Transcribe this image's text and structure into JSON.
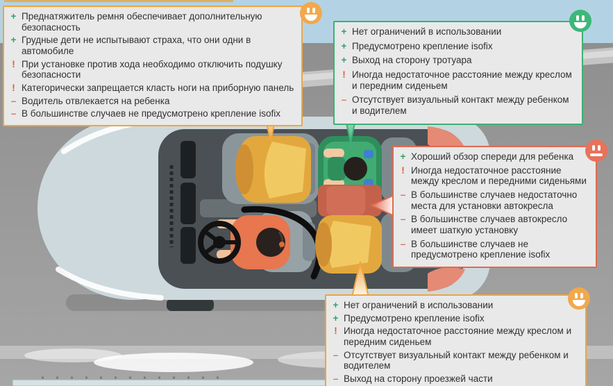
{
  "callouts": [
    {
      "name": "front-passenger-seat",
      "mood": "happy",
      "accent": "#efa53f",
      "face_color": "#f2a84c",
      "items": [
        {
          "symbol": "+",
          "type": "plus",
          "text": "Преднатяжитель ремня обеспечивает дополнительную безопасность"
        },
        {
          "symbol": "+",
          "type": "plus",
          "text": "Грудные дети не испытывают страха, что они одни в автомобиле"
        },
        {
          "symbol": "!",
          "type": "warn",
          "text": "При установке против хода необходимо отключить подушку безопасности"
        },
        {
          "symbol": "!",
          "type": "warn",
          "text": "Категорически запрещается класть ноги на приборную панель"
        },
        {
          "symbol": "–",
          "type": "minus",
          "text": "Водитель отвлекается на ребенка"
        },
        {
          "symbol": "–",
          "type": "minus",
          "text": "В большинстве случаев не предусмотрено крепление isofix"
        }
      ]
    },
    {
      "name": "rear-seat-curb-side",
      "mood": "happy",
      "accent": "#3bb273",
      "face_color": "#3cb878",
      "items": [
        {
          "symbol": "+",
          "type": "plus",
          "text": "Нет ограничений в использовании"
        },
        {
          "symbol": "+",
          "type": "plus",
          "text": "Предусмотрено крепление isofix"
        },
        {
          "symbol": "+",
          "type": "plus",
          "text": "Выход на сторону тротуара"
        },
        {
          "symbol": "!",
          "type": "warn",
          "text": "Иногда недостаточное расстояние между креслом и передним сиденьем"
        },
        {
          "symbol": "–",
          "type": "minus",
          "text": "Отсутствует визуальный контакт между ребенком и водителем"
        }
      ]
    },
    {
      "name": "rear-middle-seat",
      "mood": "neutral",
      "accent": "#e06a50",
      "face_color": "#e8725a",
      "items": [
        {
          "symbol": "+",
          "type": "plus",
          "text": "Хороший обзор спереди для ребенка"
        },
        {
          "symbol": "!",
          "type": "warn",
          "text": "Иногда недостаточное расстояние между креслом и передними сиденьями"
        },
        {
          "symbol": "–",
          "type": "minus",
          "text": "В большинстве случаев недостаточно места для установки автокресла"
        },
        {
          "symbol": "–",
          "type": "minus",
          "text": "В большинстве случаев автокресло имеет шаткую установку"
        },
        {
          "symbol": "–",
          "type": "minus",
          "text": "В большинстве случаев не предусмотрено крепление isofix"
        }
      ]
    },
    {
      "name": "rear-seat-road-side",
      "mood": "happy",
      "accent": "#efa53f",
      "face_color": "#f2a84c",
      "items": [
        {
          "symbol": "+",
          "type": "plus",
          "text": "Нет ограничений в использовании"
        },
        {
          "symbol": "+",
          "type": "plus",
          "text": "Предусмотрено крепление isofix"
        },
        {
          "symbol": "!",
          "type": "warn",
          "text": "Иногда недостаточное расстояние между креслом и передним сиденьем"
        },
        {
          "symbol": "–",
          "type": "minus",
          "text": "Отсутствует визуальный контакт между ребенком и водителем"
        },
        {
          "symbol": "–",
          "type": "minus",
          "text": "Выход на сторону проезжей части"
        }
      ]
    }
  ],
  "bullet_colors": {
    "plus": "#2ea368",
    "warn": "#e25c33",
    "minus": "#e0715c"
  },
  "scene_colors": {
    "sky": "#b3d3e4",
    "road": "#9a9a9a",
    "car_body": "#cdd9dd",
    "cabin": "#4a5054",
    "front_child_seat": "#e2a83e",
    "rear_child_seat_green": "#3aa06a",
    "rear_middle_seat": "#c4614b",
    "rear_child_seat_yellow": "#e2a83e",
    "driver_shirt": "#e8764f",
    "tail_light": "#e58a74"
  }
}
